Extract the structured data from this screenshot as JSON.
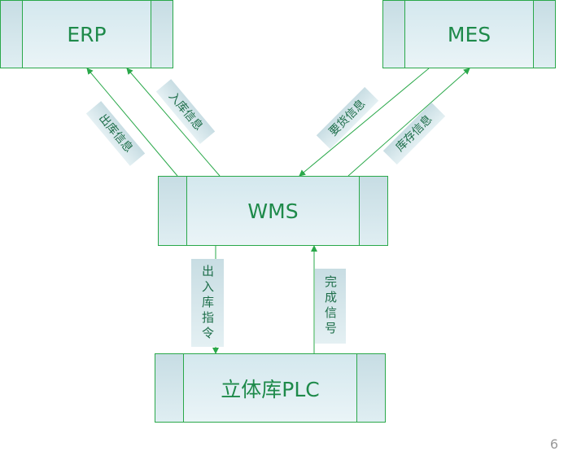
{
  "nodes": {
    "erp": "ERP",
    "mes": "MES",
    "wms": "WMS",
    "plc": "立体库PLC"
  },
  "labels": {
    "outbound_info": "出库信息",
    "inbound_info": "入库信息",
    "request_info": "要货信息",
    "stock_info": "库存信息",
    "io_command": "出入库指令",
    "done_signal": "完成信号"
  },
  "page_number": "6",
  "colors": {
    "border": "#2aa84a",
    "text": "#1e8a4a",
    "box_fill": "#e3f0f3"
  }
}
